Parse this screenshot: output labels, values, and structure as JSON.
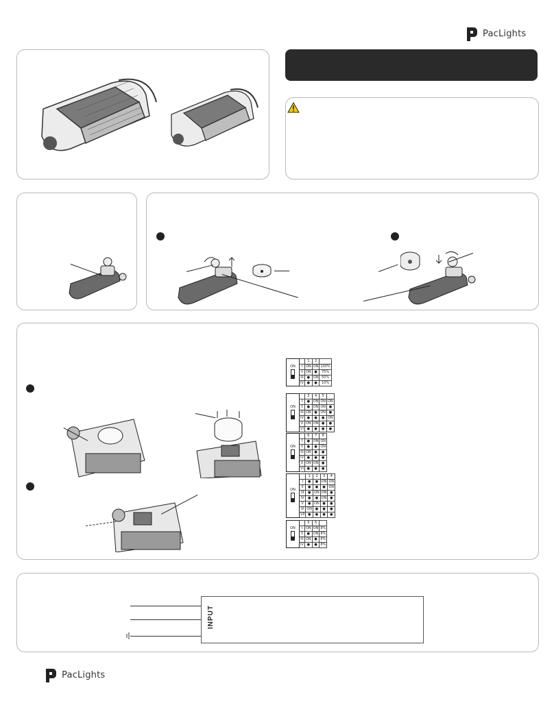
{
  "brand": {
    "name": "PacLights"
  },
  "warning_icon": "warning-triangle-icon",
  "step_bullets": [
    "step-1-bullet",
    "step-2-bullet",
    "step-3-bullet",
    "step-4-bullet"
  ],
  "dimming_tables": [
    {
      "id": "table-a",
      "header": [
        "1",
        "2"
      ],
      "switch_label": "ON",
      "rows": [
        [
          "I",
          "ON",
          "ON",
          "100%"
        ],
        [
          "II",
          "ON",
          "●",
          "75%"
        ],
        [
          "III",
          "●",
          "ON",
          "50%"
        ],
        [
          "IV",
          "●",
          "●",
          "10%"
        ]
      ]
    },
    {
      "id": "table-b",
      "header": [
        "3",
        "4",
        "5"
      ],
      "switch_label": "ON",
      "rows": [
        [
          "I",
          "●",
          "ON",
          "ON",
          "ON"
        ],
        [
          "II",
          "●",
          "ON",
          "ON",
          "●"
        ],
        [
          "III",
          "ON",
          "●",
          "ON",
          "●"
        ],
        [
          "IV",
          "●",
          "●",
          "●",
          "ON"
        ],
        [
          "V",
          "ON",
          "ON",
          "●",
          "●"
        ],
        [
          "VI",
          "●",
          "●",
          "●",
          "●"
        ]
      ]
    },
    {
      "id": "table-c",
      "header": [
        "6",
        "7",
        "8"
      ],
      "switch_label": "ON",
      "rows": [
        [
          "I",
          "●",
          "ON",
          "ON"
        ],
        [
          "II",
          "●",
          "●",
          "ON"
        ],
        [
          "III",
          "ON",
          "●",
          "●"
        ],
        [
          "IV",
          "●",
          "●",
          "●"
        ],
        [
          "V",
          "ON",
          "ON",
          "●"
        ],
        [
          "VI",
          "●",
          "●",
          "●"
        ]
      ]
    },
    {
      "id": "table-d",
      "header": [
        "1",
        "2",
        "3",
        "4"
      ],
      "switch_label": "ON",
      "rows": [
        [
          "I",
          "●",
          "●",
          "ON",
          "ON"
        ],
        [
          "II",
          "●",
          "●",
          "●",
          "ON"
        ],
        [
          "III",
          "●",
          "ON",
          "ON",
          "●"
        ],
        [
          "IV",
          "●",
          "●",
          "ON",
          "●"
        ],
        [
          "V",
          "●",
          "ON",
          "●",
          "●"
        ],
        [
          "VI",
          "ON",
          "●",
          "●",
          "●"
        ],
        [
          "VII",
          "●",
          "●",
          "●",
          "●"
        ]
      ]
    },
    {
      "id": "table-e",
      "header": [
        "5",
        "6"
      ],
      "switch_label": "ON",
      "rows": [
        [
          "I",
          "ON",
          "ON",
          "8%"
        ],
        [
          "II",
          "●",
          "ON",
          "8%"
        ],
        [
          "III",
          "ON",
          "●",
          "8%"
        ],
        [
          "IV",
          "●",
          "●",
          "8%"
        ]
      ]
    }
  ],
  "wiring": {
    "input_label": "INPUT"
  }
}
